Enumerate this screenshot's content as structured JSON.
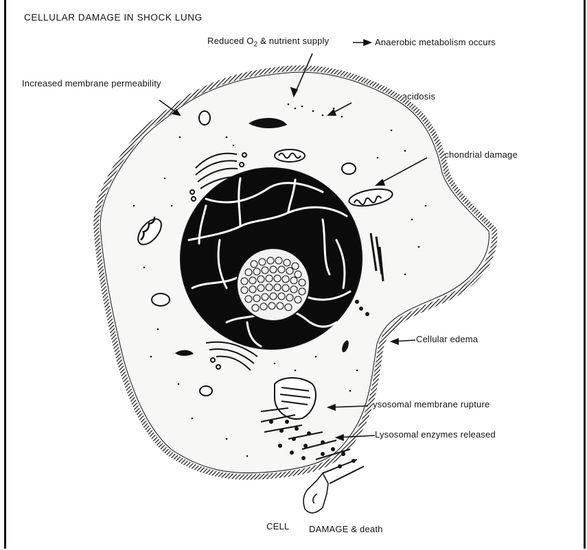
{
  "title": "CELLULAR DAMAGE IN SHOCK LUNG",
  "labels": {
    "reduced_supply": "Reduced O",
    "reduced_supply_sub": "2",
    "reduced_supply_rest": " & nutrient supply",
    "anaerobic": "Anaerobic metabolism occurs",
    "membrane_permeability": "Increased membrane permeability",
    "acidosis": "Intracellular acidosis",
    "mitochondrial": "Mitochondrial damage",
    "edema": "Cellular edema",
    "lysosomal_rupture": "Lysosomal membrane rupture",
    "lysosomal_enzymes": "Lysosomal enzymes released",
    "cell": "CELL",
    "damage_death": "DAMAGE & death"
  }
}
